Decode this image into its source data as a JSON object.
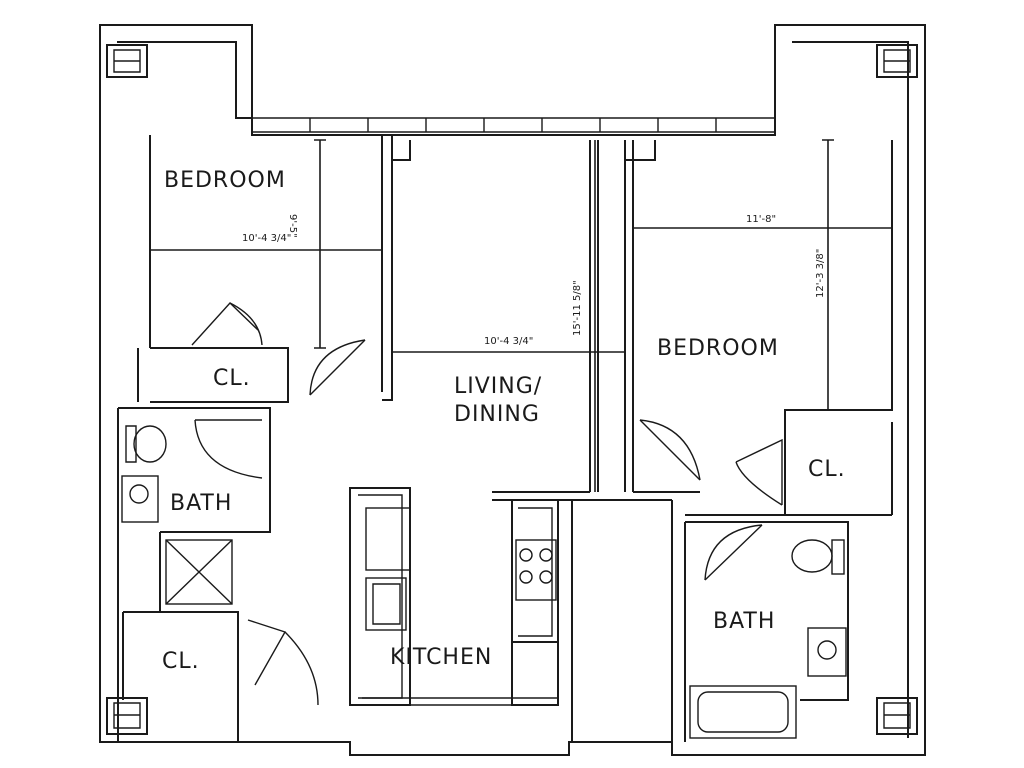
{
  "rooms": {
    "bedroom_left": "BEDROOM",
    "bedroom_right": "BEDROOM",
    "living_line1": "LIVING/",
    "living_line2": "DINING",
    "kitchen": "KITCHEN",
    "bath_left": "BATH",
    "bath_right": "BATH",
    "closet_left_top": "CL.",
    "closet_left_bottom": "CL.",
    "closet_right": "CL."
  },
  "dimensions": {
    "bedroom_left_width": "10'-4 3/4\"",
    "bedroom_left_depth": "9'-5\"",
    "living_width": "10'-4 3/4\"",
    "living_depth": "15'-11 5/8\"",
    "bedroom_right_width": "11'-8\"",
    "bedroom_right_depth": "12'-3 3/8\""
  }
}
